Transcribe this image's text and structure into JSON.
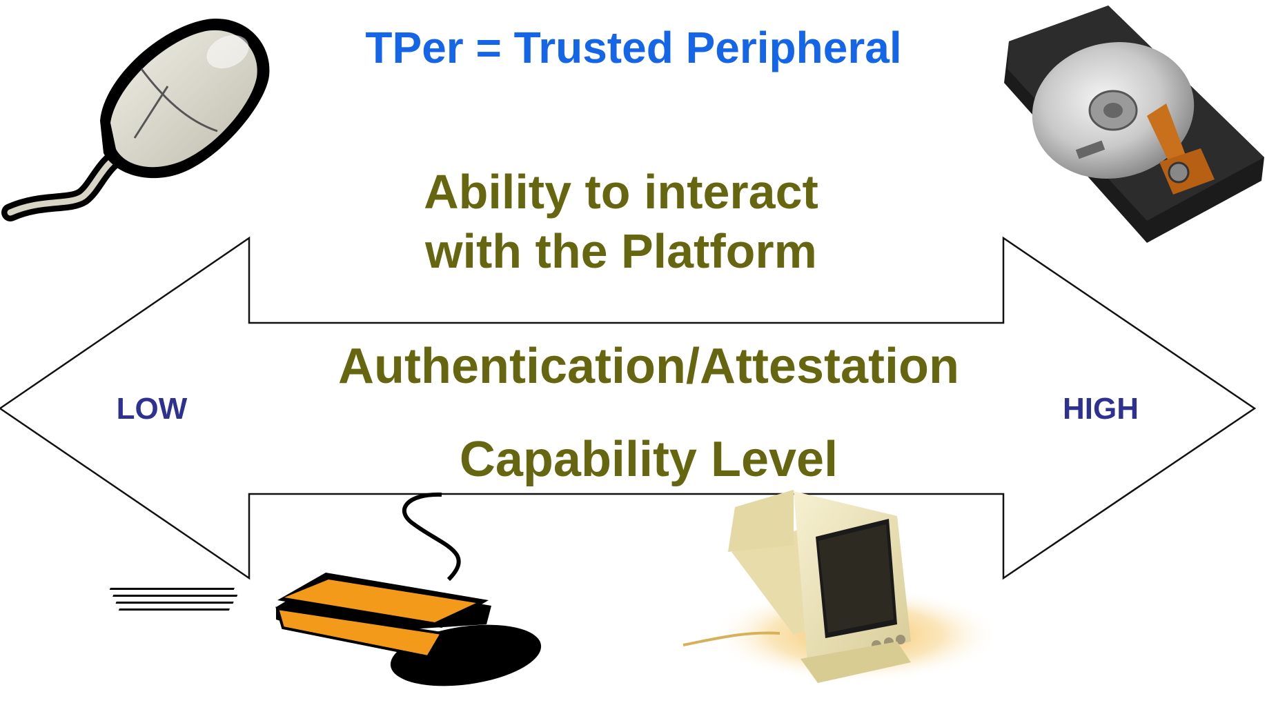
{
  "title": "TPer = Trusted Peripheral",
  "arrow": {
    "top_line1": "Ability to interact",
    "top_line2": "with the Platform",
    "middle": "Authentication/Attestation",
    "bottom": "Capability Level",
    "left_end": "LOW",
    "right_end": "HIGH"
  },
  "colors": {
    "title": "#1565E8",
    "arrow_text": "#666611",
    "end_labels": "#2E3192",
    "arrow_outline": "#111111",
    "arrow_fill": "#ffffff"
  },
  "illustrations": [
    "mouse-icon",
    "hard-drive-icon",
    "keyboard-icon",
    "crt-monitor-icon"
  ]
}
